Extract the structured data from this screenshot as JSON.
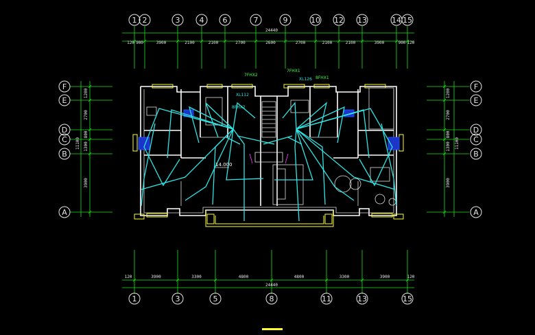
{
  "colors": {
    "background": "#000000",
    "dimension_lines": "#19e619",
    "walls": "#ffffff",
    "wiring": "#2ee6e6",
    "windows": "#ffff30",
    "fixtures": "#2050ff"
  },
  "top_axes": [
    "1",
    "2",
    "3",
    "4",
    "6",
    "7",
    "9",
    "10",
    "12",
    "13",
    "14",
    "15"
  ],
  "bottom_axes": [
    "1",
    "3",
    "5",
    "8",
    "11",
    "13",
    "15"
  ],
  "left_axes": [
    "F",
    "E",
    "D",
    "C",
    "B",
    "A"
  ],
  "right_axes": [
    "F",
    "E",
    "D",
    "C",
    "B",
    "A"
  ],
  "top_dims": [
    "120",
    "900",
    "3900",
    "2100",
    "2100",
    "2700",
    "2600",
    "2700",
    "2100",
    "2100",
    "3900",
    "900",
    "120"
  ],
  "top_total": "24440",
  "bottom_dims": [
    "120",
    "3900",
    "3300",
    "4800",
    "4800",
    "3300",
    "3900",
    "120"
  ],
  "bottom_total": "24440",
  "left_dims": [
    "1200",
    "2700",
    "800",
    "1300",
    "3900"
  ],
  "left_total": "11100",
  "right_dims": [
    "1200",
    "2700",
    "800",
    "1300",
    "3900"
  ],
  "right_total": "11100",
  "plan_labels": {
    "panel_left": "7FHX2",
    "panel_right_1": "7FHX1",
    "panel_right_2": "8FHX1",
    "tag_left": "XL112",
    "tag_right": "XL126",
    "tag_mid": "8FHX2",
    "level_mark": "14.000"
  }
}
